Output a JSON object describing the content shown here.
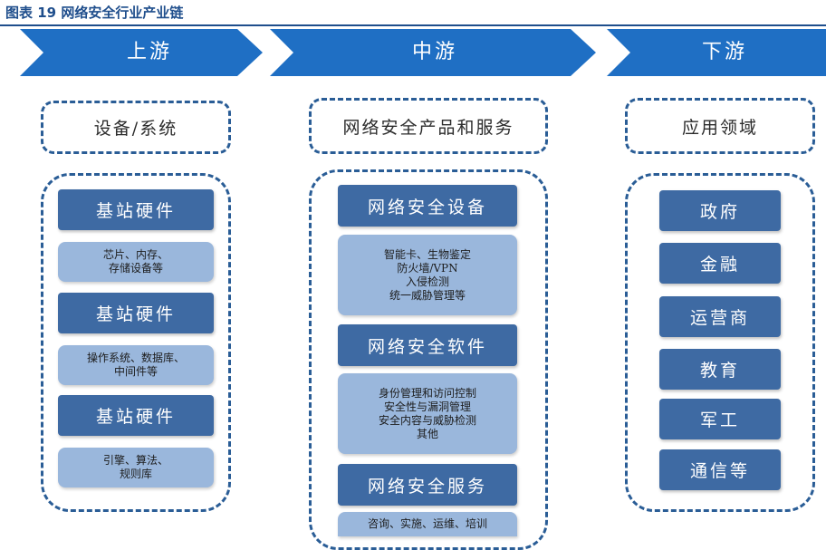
{
  "figure_title": "图表 19 网络安全行业产业链",
  "stages": [
    {
      "label": "上游",
      "heading": "设备/系统",
      "groups": [
        {
          "title": "基站硬件",
          "lines": [
            "芯片、内存、",
            "存储设备等"
          ]
        },
        {
          "title": "基站硬件",
          "lines": [
            "操作系统、数据库、",
            "中间件等"
          ]
        },
        {
          "title": "基站硬件",
          "lines": [
            "引擎、算法、",
            "规则库"
          ]
        }
      ]
    },
    {
      "label": "中游",
      "heading": "网络安全产品和服务",
      "groups": [
        {
          "title": "网络安全设备",
          "lines": [
            "智能卡、生物鉴定",
            "防火墙/VPN",
            "入侵检测",
            "统一威胁管理等"
          ]
        },
        {
          "title": "网络安全软件",
          "lines": [
            "身份管理和访问控制",
            "安全性与漏洞管理",
            "安全内容与威胁检测",
            "其他"
          ]
        },
        {
          "title": "网络安全服务",
          "lines": [
            "咨询、实施、运维、培训"
          ]
        }
      ]
    },
    {
      "label": "下游",
      "heading": "应用领域",
      "items": [
        "政府",
        "金融",
        "运营商",
        "教育",
        "军工",
        "通信等"
      ]
    }
  ],
  "colors": {
    "chevron": "#1f6fc4",
    "dark_box": "#3e6aa3",
    "light_box": "#9ab7dc",
    "dash_border": "#2a5d96",
    "title": "#1f4e8c"
  }
}
